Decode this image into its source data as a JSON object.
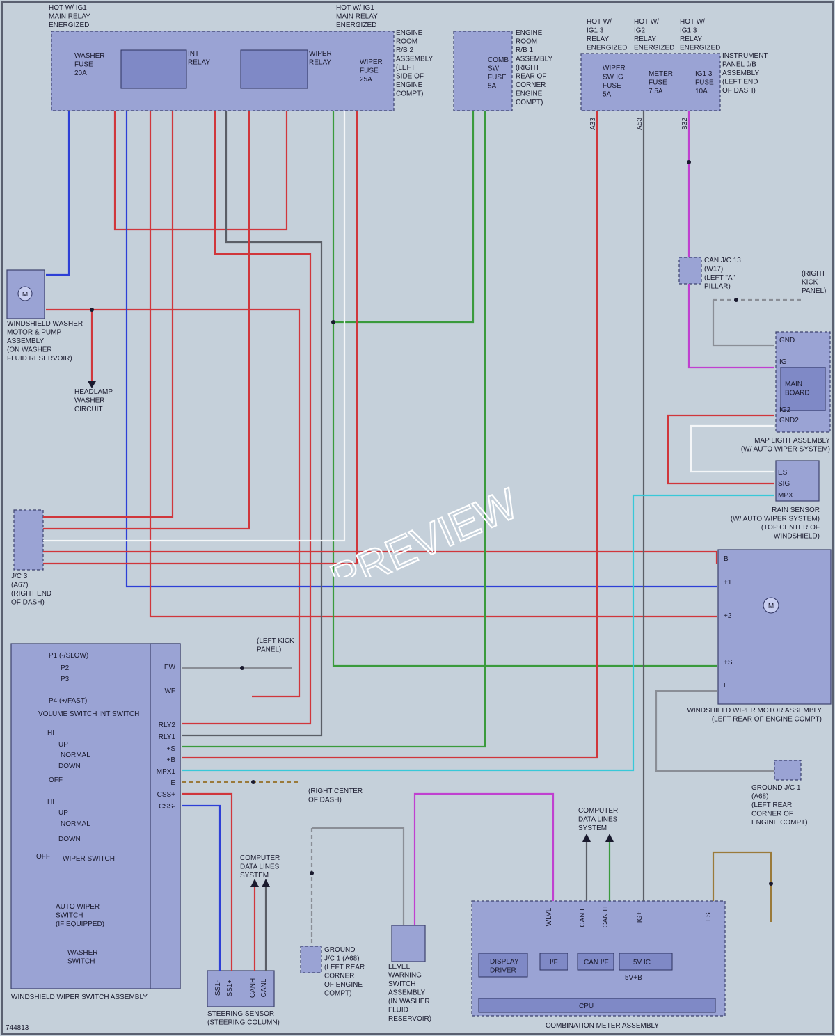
{
  "diagram_id": "744813",
  "watermark": "PREVIEW",
  "colors": {
    "background": "#c5d0da",
    "component": "#9aa3d4",
    "wire_red": "#d0363b",
    "wire_blu": "#2d3fd6",
    "wire_grn": "#3a9a3c",
    "wire_wht": "#f4f6f8",
    "wire_blk": "#5a5e66",
    "wire_vio": "#c040d0",
    "wire_ltblu": "#38c8d8",
    "wire_brn": "#9a7a3a",
    "wire_whtblk": "#8a8e96"
  },
  "components": {
    "rb2": {
      "hot": "HOT W/ IG1\nMAIN RELAY\nENERGIZED",
      "hot2": "HOT W/ IG1\nMAIN RELAY\nENERGIZED",
      "name": "ENGINE\nROOM\nR/B 2\nASSEMBLY\n(LEFT\nSIDE OF\nENGINE\nCOMPT)",
      "washer_fuse": "WASHER\nFUSE\n20A",
      "int_relay": "INT\nRELAY",
      "wiper_relay": "WIPER\nRELAY",
      "wiper_fuse": "WIPER\nFUSE\n25A"
    },
    "rb1": {
      "name": "ENGINE\nROOM\nR/B 1\nASSEMBLY\n(RIGHT\nREAR OF\nCORNER\nENGINE\nCOMPT)",
      "fuse": "COMB\nSW\nFUSE\n5A"
    },
    "jb": {
      "hot1": "HOT W/\nIG1 3\nRELAY\nENERGIZED",
      "hot2": "HOT W/\nIG2\nRELAY\nENERGIZED",
      "hot3": "HOT W/\nIG1 3\nRELAY\nENERGIZED",
      "name": "INSTRUMENT\nPANEL J/B\nASSEMBLY\n(LEFT END\nOF DASH)",
      "f1": "WIPER\nSW-IG\nFUSE\n5A",
      "f2": "METER\nFUSE\n7.5A",
      "f3": "IG1 3\nFUSE\n10A",
      "pins": [
        "A33",
        "A53",
        "B32"
      ]
    },
    "washer_motor": {
      "name": "WINDSHIELD WASHER\nMOTOR & PUMP\nASSEMBLY\n(ON WASHER\nFLUID RESERVOIR)",
      "motor": "M"
    },
    "headlamp": "HEADLAMP\nWASHER\nCIRCUIT",
    "jc3": "J/C 3\n(A67)\n(RIGHT END\nOF DASH)",
    "can_jc": "CAN J/C 13\n(W17)\n(LEFT \"A\"\nPILLAR)",
    "right_kick": "(RIGHT\nKICK\nPANEL)",
    "map_light": {
      "name": "MAP LIGHT ASSEMBLY\n(W/ AUTO WIPER SYSTEM)",
      "board": "MAIN\nBOARD",
      "pins": [
        "GND",
        "IG",
        "IG2",
        "GND2"
      ]
    },
    "rain_sensor": {
      "name": "RAIN SENSOR\n(W/ AUTO WIPER SYSTEM)\n(TOP CENTER OF\nWINDSHIELD)",
      "pins": [
        "ES",
        "SIG",
        "MPX"
      ]
    },
    "wiper_motor": {
      "name": "WINDSHIELD WIPER MOTOR ASSEMBLY\n(LEFT REAR OF ENGINE COMPT)",
      "pins": [
        "B",
        "+1",
        "+2",
        "+S",
        "E"
      ],
      "motor": "M"
    },
    "ground_jc1": "GROUND J/C 1\n(A68)\n(LEFT REAR\nCORNER OF\nENGINE COMPT)",
    "left_kick": "(LEFT KICK\nPANEL)",
    "right_center": "(RIGHT CENTER\nOF DASH)",
    "switch_assy": {
      "name": "WINDSHIELD WIPER SWITCH ASSEMBLY",
      "vol": "VOLUME SWITCH INT SWITCH",
      "wiper": "WIPER SWITCH",
      "auto": "AUTO WIPER\nSWITCH\n(IF EQUIPPED)",
      "washer": "WASHER\nSWITCH",
      "pos": [
        "P1 (-/SLOW)",
        "P2",
        "P3",
        "P4 (+/FAST)",
        "HI",
        "UP",
        "NORMAL",
        "DOWN",
        "OFF",
        "HI",
        "UP",
        "NORMAL",
        "DOWN",
        "OFF"
      ],
      "pins": [
        "EW",
        "WF",
        "RLY2",
        "RLY1",
        "+S",
        "+B",
        "MPX1",
        "E",
        "CSS+",
        "CSS-"
      ]
    },
    "steering": {
      "name": "STEERING SENSOR\n(STEERING COLUMN)",
      "pins": [
        "SS1-",
        "SS1+",
        "CANH",
        "CANL"
      ]
    },
    "cdl": "COMPUTER\nDATA LINES\nSYSTEM",
    "ground_jc1b": "GROUND\nJ/C 1 (A68)\n(LEFT REAR\nCORNER\nOF ENGINE\nCOMPT)",
    "level": "LEVEL\nWARNING\nSWITCH\nASSEMBLY\n(IN WASHER\nFLUID\nRESERVOIR)",
    "meter": {
      "name": "COMBINATION METER ASSEMBLY",
      "pins": [
        "WLVL",
        "CAN L",
        "CAN H",
        "IG+",
        "ES"
      ],
      "blocks": [
        "DISPLAY\nDRIVER",
        "I/F",
        "CAN I/F",
        "5V IC",
        "CPU"
      ],
      "v": "5V+B"
    }
  }
}
